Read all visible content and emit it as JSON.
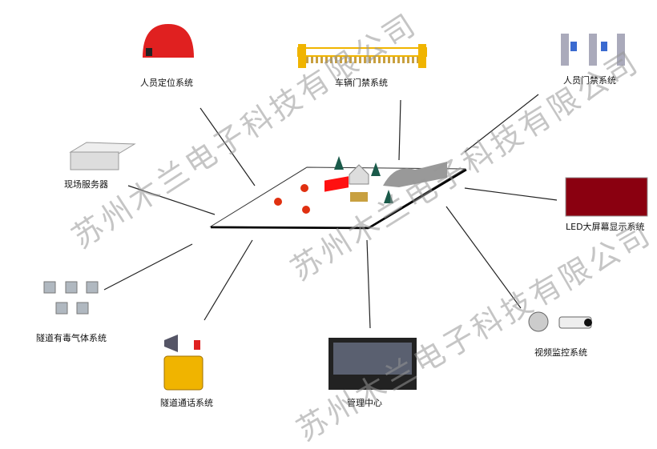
{
  "nodes": {
    "personnel_positioning": "人员定位系统",
    "vehicle_access": "车辆门禁系统",
    "personnel_access": "人员门禁系统",
    "site_server": "现场服务器",
    "led_display": "LED大屏幕显示系统",
    "toxic_gas": "隧道有毒气体系统",
    "tunnel_intercom": "隧道通话系统",
    "management_center": "管理中心",
    "video_surveillance": "视频监控系统"
  },
  "watermark": "苏州木兰电子科技有限公司",
  "colors": {
    "helmet": "#e02020",
    "barrier": "#f0b400",
    "led": "#8a0010",
    "sign": "#ff1010"
  }
}
